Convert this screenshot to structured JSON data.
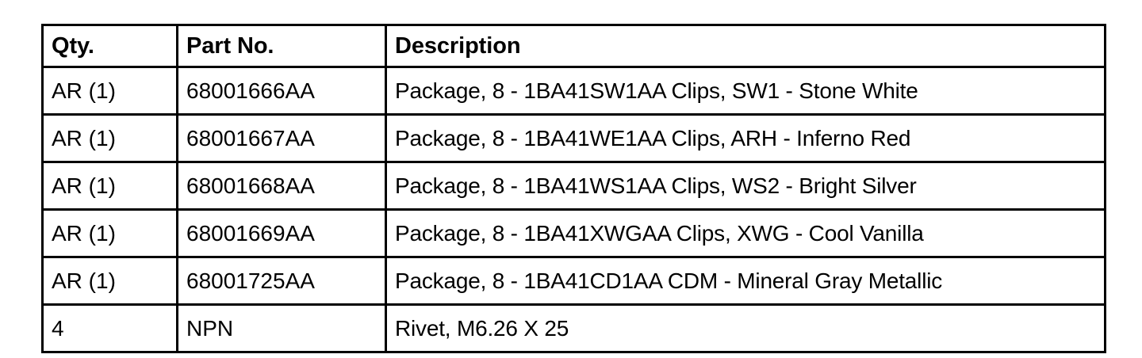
{
  "table": {
    "columns": [
      {
        "key": "qty",
        "header": "Qty."
      },
      {
        "key": "part",
        "header": "Part No."
      },
      {
        "key": "desc",
        "header": "Description"
      }
    ],
    "rows": [
      {
        "qty": "AR (1)",
        "part": "68001666AA",
        "desc": "Package, 8 - 1BA41SW1AA Clips, SW1 - Stone White"
      },
      {
        "qty": "AR (1)",
        "part": "68001667AA",
        "desc": "Package, 8 - 1BA41WE1AA Clips, ARH - Inferno Red"
      },
      {
        "qty": "AR (1)",
        "part": "68001668AA",
        "desc": "Package, 8 - 1BA41WS1AA Clips, WS2 - Bright Silver"
      },
      {
        "qty": "AR (1)",
        "part": "68001669AA",
        "desc": "Package, 8 - 1BA41XWGAA Clips, XWG - Cool Vanilla"
      },
      {
        "qty": "AR (1)",
        "part": "68001725AA",
        "desc": "Package, 8 - 1BA41CD1AA CDM - Mineral Gray Metallic"
      },
      {
        "qty": "4",
        "part": "NPN",
        "desc": "Rivet, M6.26 X 25"
      }
    ]
  },
  "colors": {
    "border": "#000000",
    "text": "#000000",
    "background": "#ffffff"
  }
}
